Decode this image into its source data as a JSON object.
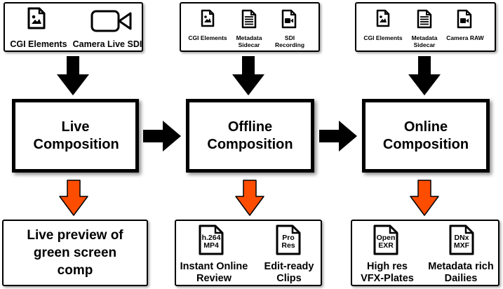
{
  "stages": [
    {
      "title": "Live Composition",
      "inputs": [
        "CGI Elements",
        "Camera Live SDI"
      ],
      "input_icons": [
        "image-file-icon",
        "video-camera-icon"
      ],
      "output_text": "Live preview of green screen comp"
    },
    {
      "title": "Offline Composition",
      "inputs": [
        "CGI Elements",
        "Metadata Sidecar",
        "SDI Recording"
      ],
      "input_icons": [
        "image-file-icon",
        "document-icon",
        "video-file-icon"
      ],
      "outputs": [
        {
          "badge": "h.264 MP4",
          "caption": "Instant Online Review"
        },
        {
          "badge": "Pro Res",
          "caption": "Edit-ready Clips"
        }
      ]
    },
    {
      "title": "Online Composition",
      "inputs": [
        "CGI Elements",
        "Metadata Sidecar",
        "Camera RAW"
      ],
      "input_icons": [
        "image-file-icon",
        "document-icon",
        "video-file-icon"
      ],
      "outputs": [
        {
          "badge": "Open EXR",
          "caption": "High res VFX-Plates"
        },
        {
          "badge": "DNx MXF",
          "caption": "Metadata rich Dailies"
        }
      ]
    }
  ],
  "colors": {
    "input_arrow": "#000000",
    "output_arrow": "#ff4d00",
    "flow_arrow": "#000000"
  }
}
